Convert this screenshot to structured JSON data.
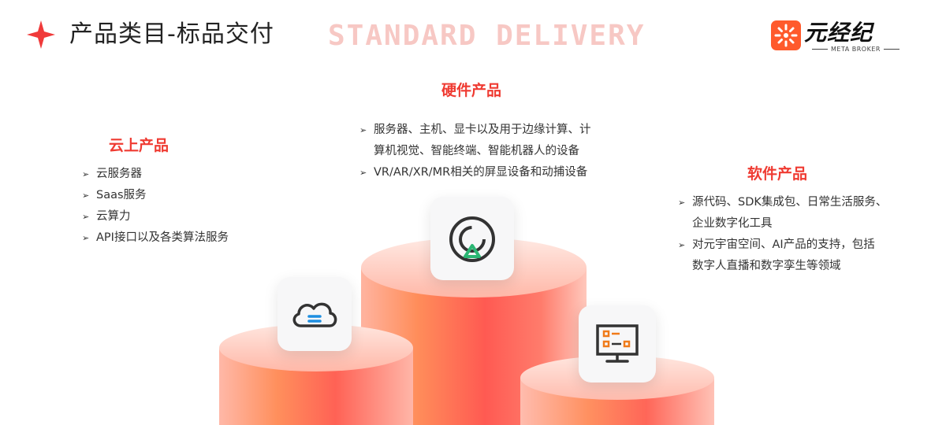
{
  "header": {
    "title": "产品类目-标品交付",
    "watermark": "STANDARD DELIVERY"
  },
  "logo": {
    "name": "元经纪",
    "subtitle": "META BROKER",
    "icon": "spark-gear-icon"
  },
  "sections": {
    "cloud": {
      "title": "云上产品",
      "icon": "cloud-icon",
      "items": [
        "云服务器",
        "Saas服务",
        "云算力",
        "API接口以及各类算法服务"
      ]
    },
    "hardware": {
      "title": "硬件产品",
      "icon": "aperture-icon",
      "items": [
        "服务器、主机、显卡以及用于边缘计算、计",
        "算机视觉、智能终端、智能机器人的设备",
        "VR/AR/XR/MR相关的屏显设备和动捕设备"
      ]
    },
    "software": {
      "title": "软件产品",
      "icon": "monitor-icon",
      "items": [
        "源代码、SDK集成包、日常生活服务、",
        "企业数字化工具",
        "对元宇宙空间、AI产品的支持，包括",
        "数字人直播和数字孪生等领域"
      ]
    }
  },
  "colors": {
    "accent": "#ef3b32",
    "star": "#f03a3a",
    "logo": "#ff5a2c",
    "watermark": "#f7c8c4"
  }
}
